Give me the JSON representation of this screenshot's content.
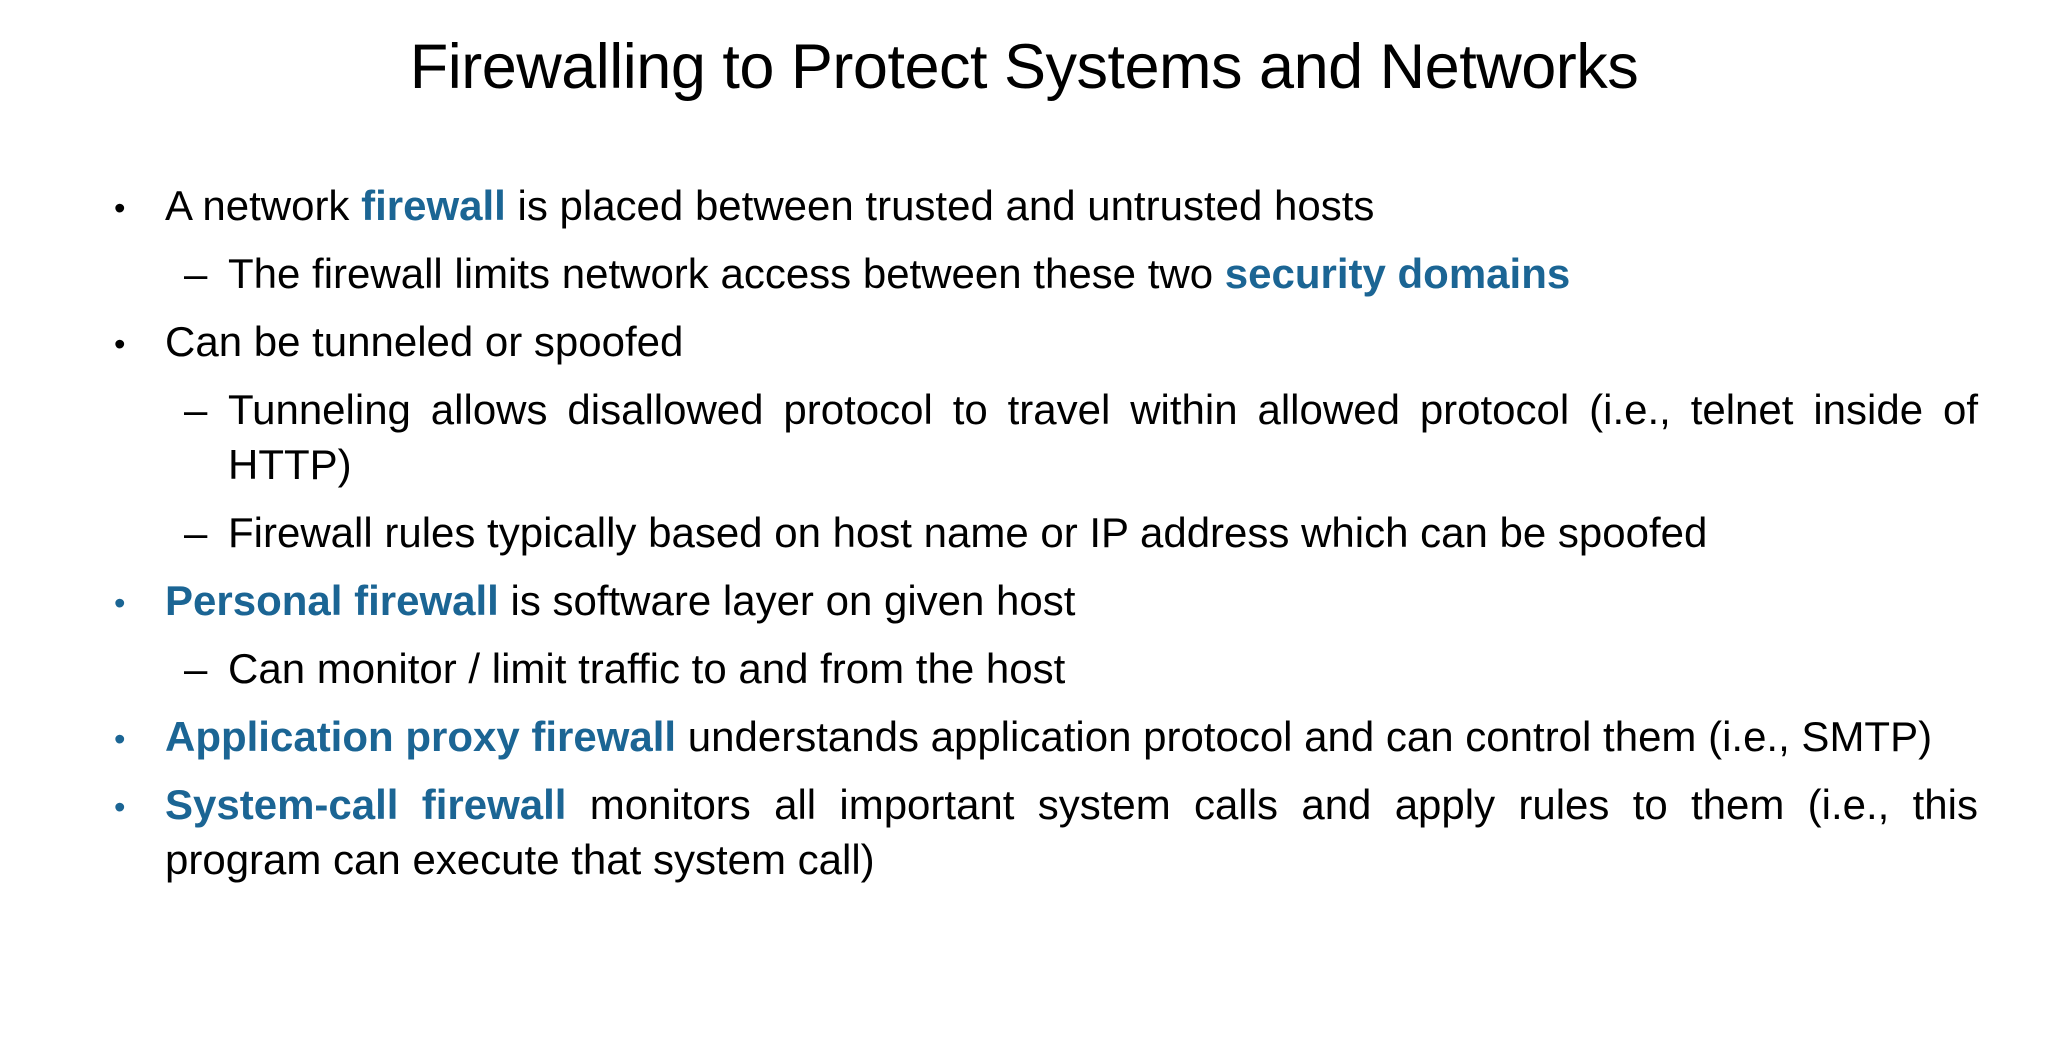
{
  "slide": {
    "title": "Firewalling to Protect Systems and Networks",
    "background_color": "#FFFFFF",
    "text_color": "#000000",
    "accent_color": "#1B6594",
    "bullets": [
      {
        "level": 1,
        "marker": "•",
        "marker_color": "ink",
        "justify": false,
        "segments": [
          {
            "text": "A network ",
            "emphasis": false
          },
          {
            "text": "firewall",
            "emphasis": true
          },
          {
            "text": " is placed between trusted and untrusted hosts",
            "emphasis": false
          }
        ]
      },
      {
        "level": 2,
        "marker": "–",
        "marker_color": "ink",
        "justify": false,
        "segments": [
          {
            "text": "The firewall limits network access between these two ",
            "emphasis": false
          },
          {
            "text": "security domains",
            "emphasis": true
          }
        ]
      },
      {
        "level": 1,
        "marker": "•",
        "marker_color": "ink",
        "justify": false,
        "segments": [
          {
            "text": "Can be tunneled or spoofed",
            "emphasis": false
          }
        ]
      },
      {
        "level": 2,
        "marker": "–",
        "marker_color": "ink",
        "justify": true,
        "segments": [
          {
            "text": "Tunneling allows disallowed protocol to travel within allowed protocol (i.e., telnet inside of HTTP)",
            "emphasis": false
          }
        ]
      },
      {
        "level": 2,
        "marker": "–",
        "marker_color": "ink",
        "justify": false,
        "segments": [
          {
            "text": "Firewall rules typically based on host name or IP address which can be spoofed",
            "emphasis": false
          }
        ]
      },
      {
        "level": 1,
        "marker": "•",
        "marker_color": "accent",
        "justify": false,
        "segments": [
          {
            "text": "Personal firewall",
            "emphasis": true
          },
          {
            "text": " is software layer on given host",
            "emphasis": false
          }
        ]
      },
      {
        "level": 2,
        "marker": "–",
        "marker_color": "ink",
        "justify": false,
        "segments": [
          {
            "text": "Can monitor / limit traffic to and from the host",
            "emphasis": false
          }
        ]
      },
      {
        "level": 1,
        "marker": "•",
        "marker_color": "accent",
        "justify": true,
        "segments": [
          {
            "text": "Application proxy firewall",
            "emphasis": true
          },
          {
            "text": " understands application protocol and can control them (i.e., SMTP)",
            "emphasis": false
          }
        ]
      },
      {
        "level": 1,
        "marker": "•",
        "marker_color": "accent",
        "justify": true,
        "segments": [
          {
            "text": "System-call firewall",
            "emphasis": true
          },
          {
            "text": " monitors all important system calls and apply rules to them (i.e., this program can execute that system call)",
            "emphasis": false
          }
        ]
      }
    ]
  }
}
